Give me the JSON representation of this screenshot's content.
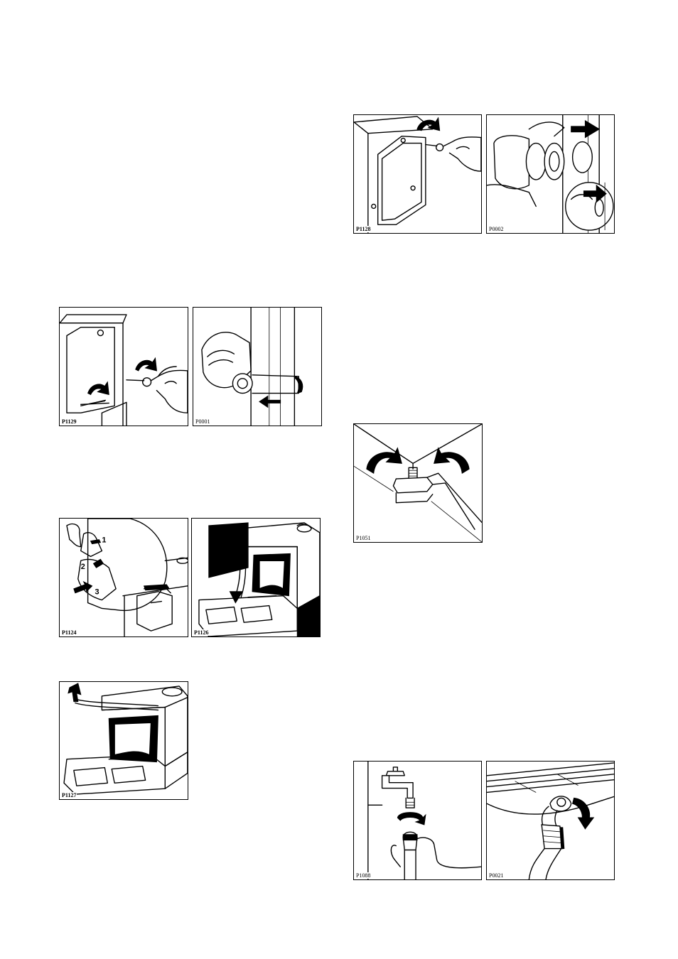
{
  "figures": {
    "p1129": {
      "code": "P1129"
    },
    "p0001": {
      "code": "P0001"
    },
    "p1124": {
      "code": "P1124",
      "steps": [
        "1",
        "2",
        "3"
      ]
    },
    "p1126": {
      "code": "P1126"
    },
    "p1127": {
      "code": "P1127"
    },
    "p1128": {
      "code": "P1128"
    },
    "p0002": {
      "code": "P0002"
    },
    "p1051": {
      "code": "P1051"
    },
    "p1088": {
      "code": "P1088"
    },
    "p0021": {
      "code": "P0021"
    }
  }
}
